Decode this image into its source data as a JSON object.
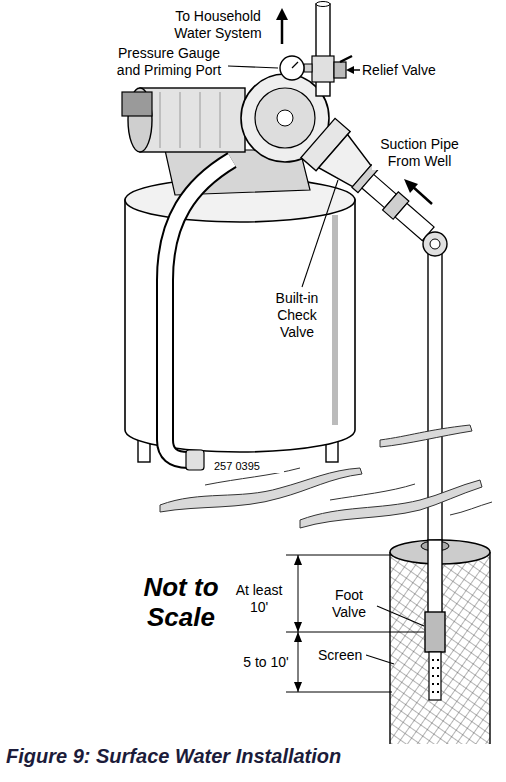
{
  "diagram": {
    "caption": "Figure 9: Surface Water Installation",
    "labels": [
      "To Household Water System",
      "Pressure Gauge and Priming Port",
      "Relief Valve",
      "Suction Pipe From Well",
      "Built-in Check Valve",
      "257 0395",
      "Not to Scale",
      "At least 10'",
      "Foot Valve",
      "5 to 10'",
      "Screen"
    ]
  }
}
